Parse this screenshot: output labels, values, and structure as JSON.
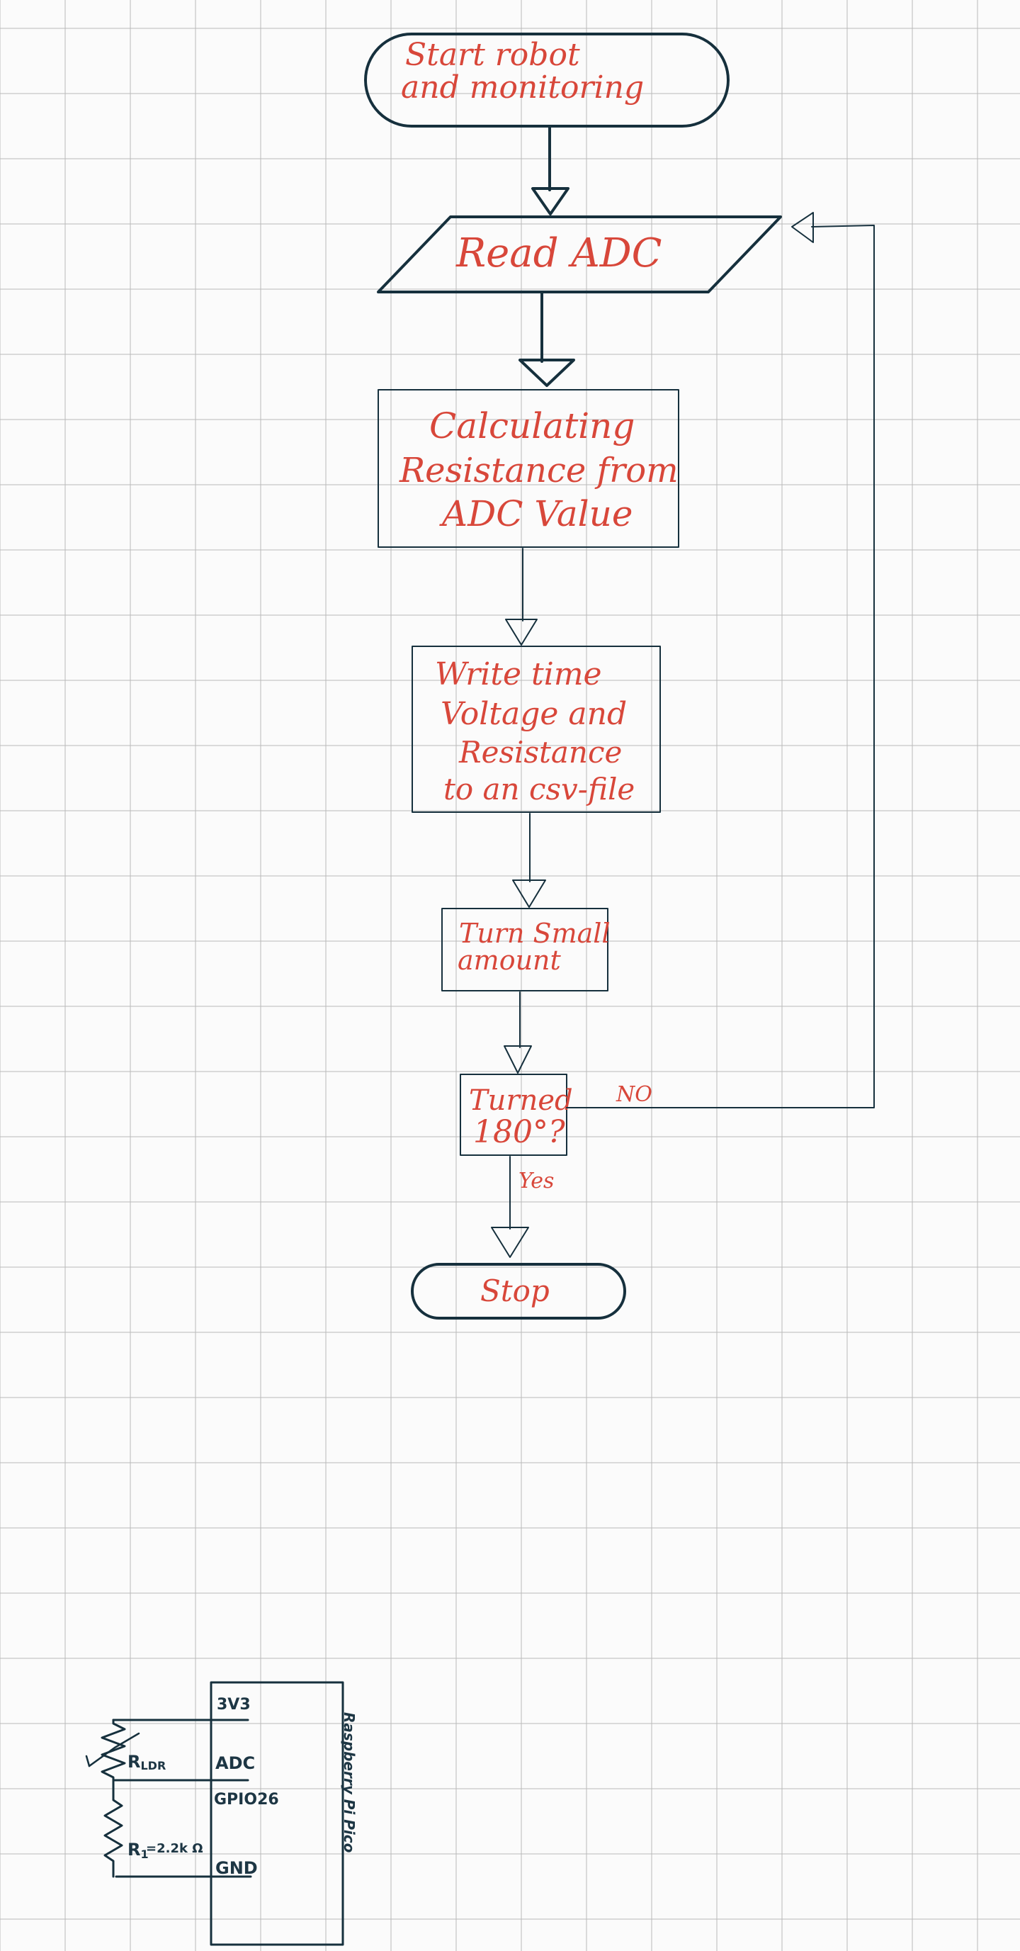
{
  "colors": {
    "background": "#fbfbfb",
    "grid": "#b9b9b9",
    "ink": "#16303d",
    "text": "#d8473a"
  },
  "flowchart": {
    "start": [
      "Start robot",
      "and monitoring"
    ],
    "read_adc": "Read ADC",
    "calculate": [
      "Calculating",
      "Resistance from",
      "ADC Value"
    ],
    "write": [
      "Write time",
      "Voltage and",
      "Resistance",
      "to an csv-file"
    ],
    "turn": [
      "Turn Small",
      "amount"
    ],
    "decision": [
      "Turned",
      "180°?"
    ],
    "no_label": "NO",
    "yes_label": "Yes",
    "stop": "Stop"
  },
  "circuit": {
    "pin_3v3": "3V3",
    "pin_adc": "ADC",
    "pin_gpio": "GPIO26",
    "pin_gnd": "GND",
    "board_label": "Raspberry Pi Pico",
    "rldr": "R",
    "rldr_sub": "LDR",
    "r1": "R",
    "r1_sub": "1",
    "r1_value": "=2.2k Ω"
  }
}
